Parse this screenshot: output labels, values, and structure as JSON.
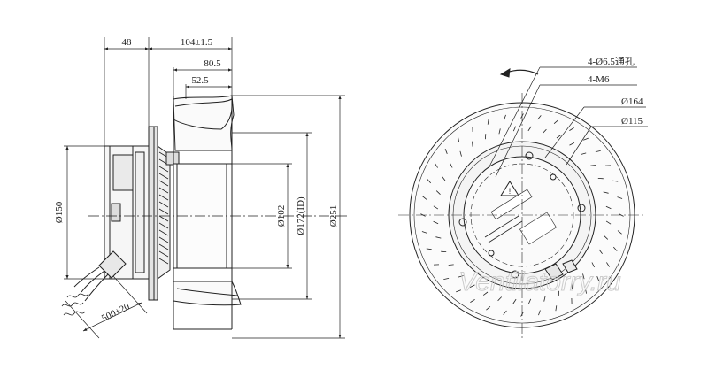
{
  "side_view": {
    "dimensions": {
      "width_48": "48",
      "width_104": "104±1.5",
      "width_80_5": "80.5",
      "width_52_5": "52.5",
      "dia_150": "Ø150",
      "dia_102": "Ø102",
      "dia_172": "Ø172(ID)",
      "dia_251": "Ø251",
      "cable_length": "500±20"
    }
  },
  "front_view": {
    "callouts": {
      "holes_through": "4-Ø6.5通孔",
      "holes_m6": "4-M6",
      "dia_164": "Ø164",
      "dia_115": "Ø115"
    },
    "rotation_direction": "counterclockwise"
  },
  "watermark": "Ventilatorry.ru"
}
